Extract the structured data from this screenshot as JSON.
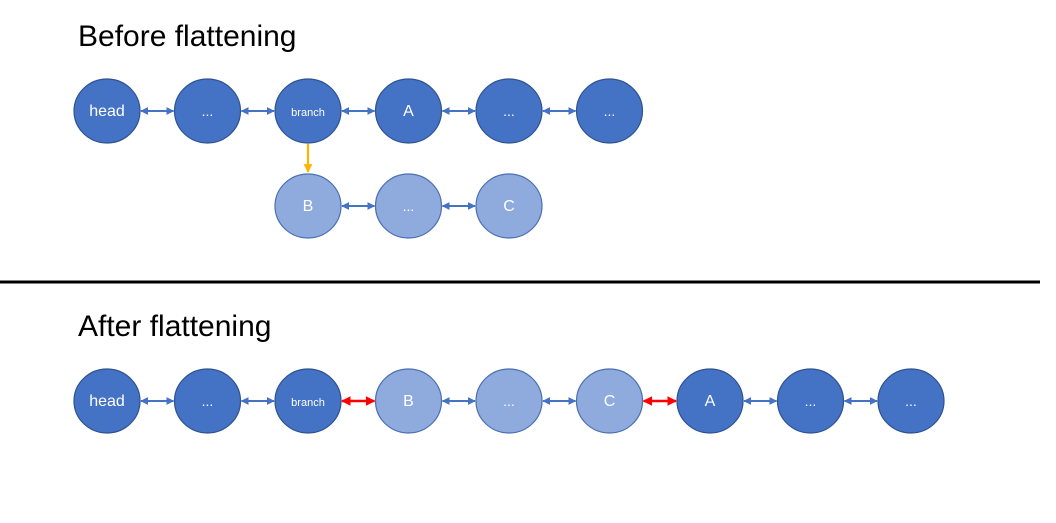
{
  "colors": {
    "dark_node": "#4472c4",
    "dark_stroke": "#2f528f",
    "light_node": "#8faadc",
    "light_stroke": "#4a6fb3",
    "arrow_blue": "#4472c4",
    "arrow_orange": "#ffb300",
    "arrow_red": "#ff0000",
    "divider": "#000000"
  },
  "before": {
    "title": "Before flattening",
    "main_chain": [
      "head",
      "...",
      "branch",
      "A",
      "...",
      "..."
    ],
    "branch_chain": [
      "B",
      "...",
      "C"
    ]
  },
  "after": {
    "title": "After flattening",
    "chain": [
      "head",
      "...",
      "branch",
      "B",
      "...",
      "C",
      "A",
      "...",
      "..."
    ]
  }
}
